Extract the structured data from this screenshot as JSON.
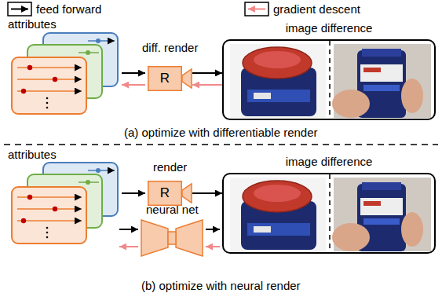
{
  "diagram": {
    "nodes": [
      {
        "text": [
          "R"
        ]
      },
      {
        "text": [
          "image difference"
        ]
      },
      {
        "text": [
          "R"
        ]
      },
      {
        "text": [
          "image difference"
        ]
      }
    ],
    "edges": [
      {
        "from": 0,
        "to": 1,
        "arrow": "to"
      },
      {
        "from": 1,
        "to": 0,
        "arrow": "to"
      },
      {
        "from": 2,
        "to": 3,
        "arrow": "to"
      }
    ],
    "labels": [
      "attributes",
      "diff. render",
      "(a) optimize with differentiable render",
      "attributes",
      "render",
      "neural net",
      "(b) optimize with neural render"
    ],
    "legend": [
      {
        "text": "feed forward"
      },
      {
        "text": "gradient descent"
      }
    ]
  }
}
